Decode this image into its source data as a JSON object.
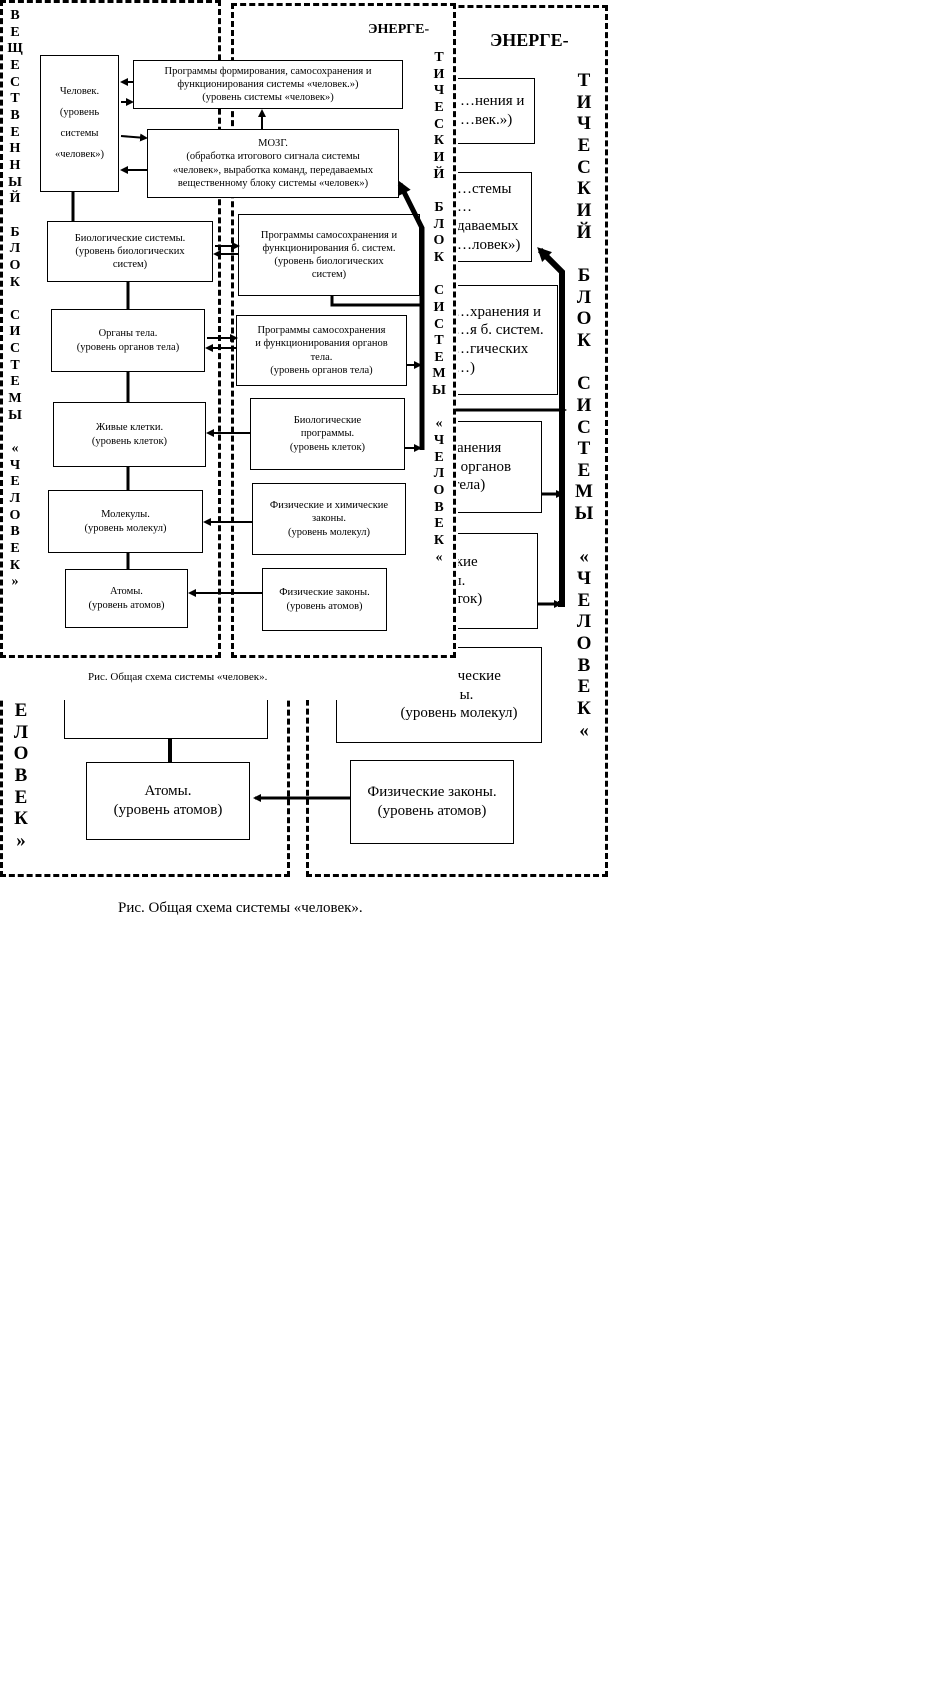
{
  "back": {
    "energy_title": "ЭНЕРГЕ-",
    "energy_vertical": "ТИЧЕСКИЙ БЛОК СИСТЕМЫ «ЧЕЛОВЕК«",
    "left_vertical": "ЕЛОВЕК»",
    "boxes": {
      "b1": "…нения и\n…век.»)",
      "b2": "…стемы\n…даваемых\n…ловек»)",
      "b3": "…хранения и\n…я б. систем.\n…гических\n…)",
      "b4": "…хранения\n…ия органов\n…в тела)",
      "b5": "…еские\n…мы.\n…леток)",
      "b6": "…имические\n…ы.\n(уровень молекул)",
      "b7": "Физические законы.\n(уровень атомов)",
      "b8": "(уровень молекул)",
      "b9": "Атомы.\n(уровень атомов)"
    },
    "caption": "Рис. Общая схема системы «человек»."
  },
  "front": {
    "energy_title": "ЭНЕРГЕ-",
    "energy_vertical": "ТИЧЕСКИЙ БЛОК СИСТЕМЫ «ЧЕЛОВЕК«",
    "material_vertical": "ВЕЩЕСТВЕННЫЙ БЛОК СИСТЕМЫ «ЧЕЛОВЕК»",
    "left_boxes": {
      "human": "Человек.\n\n(уровень\n\nсистемы\n\n«человек»)",
      "bio": "Биологические системы.\n(уровень биологических\nсистем)",
      "organs": "Органы тела.\n(уровень органов тела)",
      "cells": "Живые клетки.\n(уровень клеток)",
      "molecules": "Молекулы.\n(уровень молекул)",
      "atoms": "Атомы.\n(уровень атомов)"
    },
    "right_boxes": {
      "programs_top": "Программы формирования, самосохранения и\nфункционирования системы «человек.»)\n(уровень системы «человек»)",
      "brain": "МОЗГ.\n(обработка итогового сигнала системы\n«человек», выработка команд, передаваемых\nвещественному блоку системы «человек»)",
      "programs_bio": "Программы самосохранения и\nфункционирования б. систем.\n(уровень биологических\nсистем)",
      "programs_organs": "Программы самосохранения\nи функционирования органов\nтела.\n(уровень органов тела)",
      "bio_programs": "Биологические\nпрограммы.\n(уровень клеток)",
      "phys_chem": "Физические и химические\nзаконы.\n(уровень молекул)",
      "phys": "Физические законы.\n(уровень атомов)"
    },
    "caption": "Рис. Общая схема системы «человек»."
  }
}
